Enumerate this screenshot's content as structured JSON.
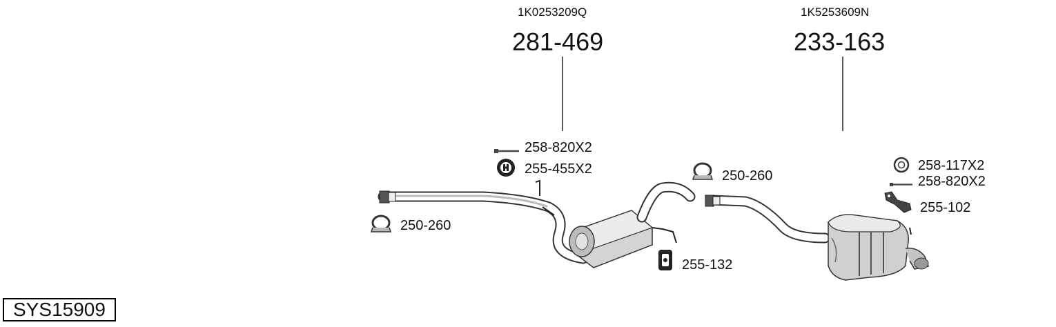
{
  "parts": {
    "front_oem": "1K0253209Q",
    "front_number": "281-469",
    "rear_oem": "1K5253609N",
    "rear_number": "233-163"
  },
  "fittings": {
    "f1": "258-820X2",
    "f2": "255-455X2",
    "f3": "250-260",
    "f4": "250-260",
    "f5": "255-132",
    "f6": "258-117X2",
    "f7": "258-820X2",
    "f8": "255-102"
  },
  "system_code": "SYS15909",
  "icons": [
    "bolt-icon",
    "hanger-icon",
    "clamp-icon",
    "ring-icon",
    "bracket-icon",
    "rubber-mount-icon"
  ]
}
